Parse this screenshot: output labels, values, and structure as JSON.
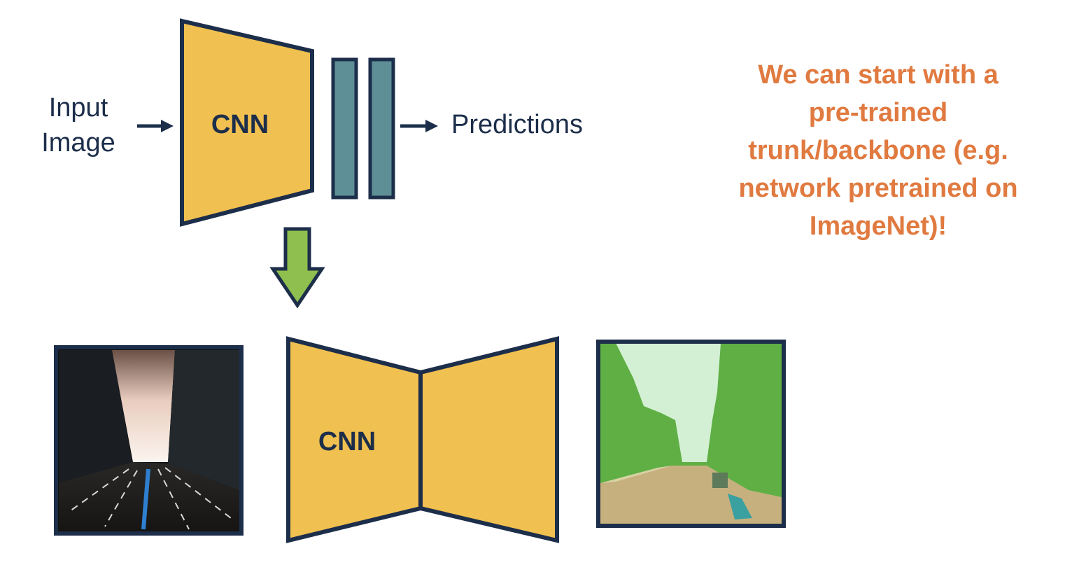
{
  "top": {
    "input_label_line1": "Input",
    "input_label_line2": "Image",
    "encoder_label": "CNN",
    "output_label": "Predictions"
  },
  "bottom": {
    "encoder_label": "CNN"
  },
  "note": {
    "lines": [
      "We can start with a",
      "pre-trained",
      "trunk/backbone (e.g.",
      "network pretrained on",
      "ImageNet)!"
    ]
  },
  "colors": {
    "cnn_fill": "#f0c050",
    "outline": "#1c2e4a",
    "fc_fill": "#5e8f96",
    "down_arrow_fill": "#8ebf4f",
    "note_text": "#e07a40"
  }
}
